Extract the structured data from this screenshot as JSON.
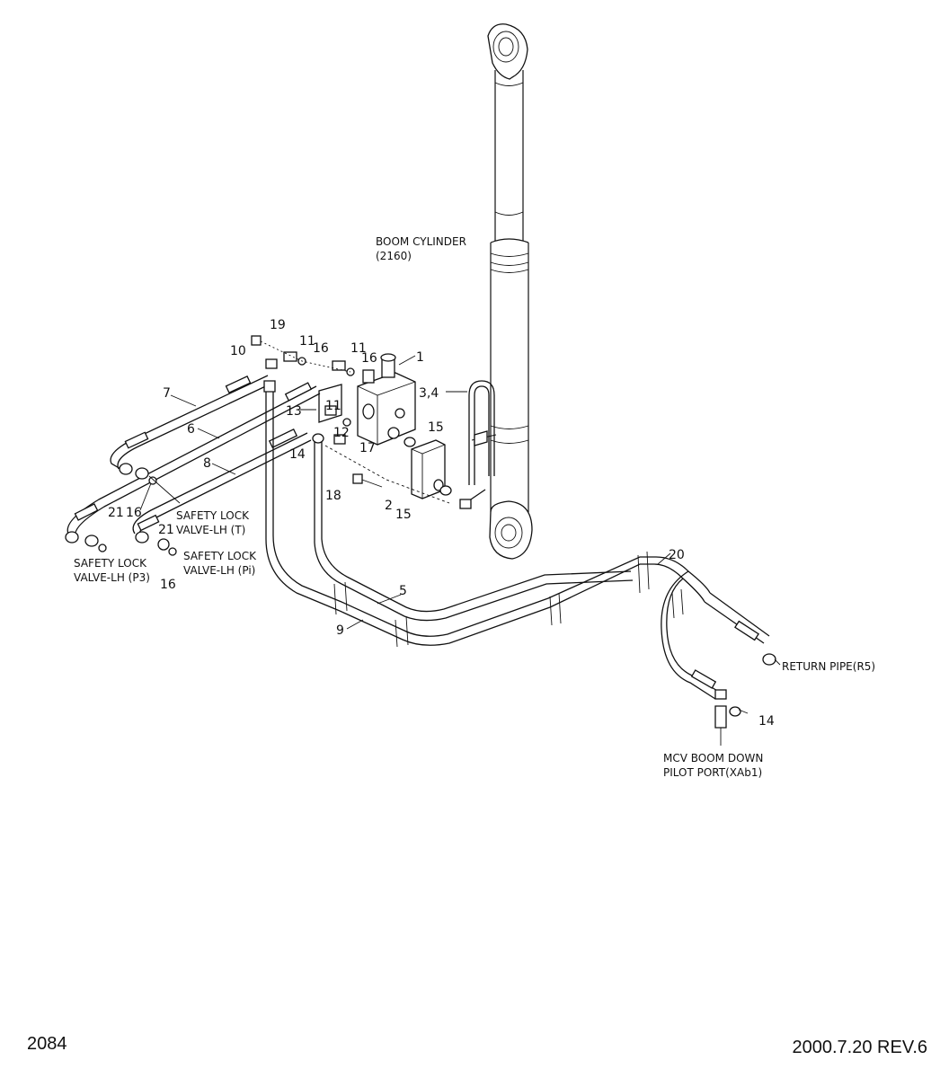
{
  "callouts": {
    "c1": "1",
    "c2": "2",
    "c3_4": "3,4",
    "c5": "5",
    "c6": "6",
    "c7": "7",
    "c8": "8",
    "c9": "9",
    "c10": "10",
    "c11a": "11",
    "c11b": "11",
    "c11c": "11",
    "c12": "12",
    "c13": "13",
    "c14a": "14",
    "c14b": "14",
    "c15a": "15",
    "c15b": "15",
    "c16a": "16",
    "c16b": "16",
    "c16c": "16",
    "c17": "17",
    "c18": "18",
    "c19": "19",
    "c20": "20",
    "c21a": "21",
    "c21b": "21",
    "c16d": "16"
  },
  "labels": {
    "boom_cylinder_1": "BOOM CYLINDER",
    "boom_cylinder_2": "(2160)",
    "slv_t_1": "SAFETY LOCK",
    "slv_t_2": "VALVE-LH (T)",
    "slv_pi_1": "SAFETY LOCK",
    "slv_pi_2": "VALVE-LH (Pi)",
    "slv_p3_1": "SAFETY LOCK",
    "slv_p3_2": "VALVE-LH (P3)",
    "return_pipe": "RETURN PIPE(R5)",
    "mcv_1": "MCV BOOM DOWN",
    "mcv_2": "PILOT PORT(XAb1)"
  },
  "footer": {
    "page_number": "2084",
    "revision": "2000.7.20 REV.6"
  }
}
